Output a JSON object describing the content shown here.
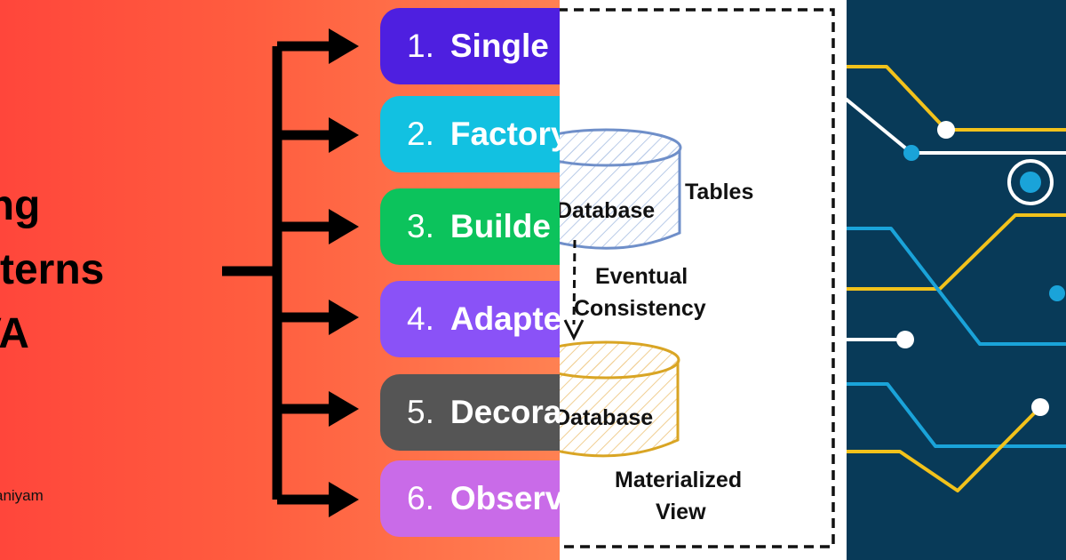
{
  "patterns_panel": {
    "heading_lines": [
      "tering",
      "-patterns",
      "JAVA"
    ],
    "author": "aniyam",
    "items": [
      {
        "number": "1.",
        "label": "Single",
        "color": "#4e1fe0"
      },
      {
        "number": "2.",
        "label": "Factory",
        "color": "#12c1e1"
      },
      {
        "number": "3.",
        "label": "Builde",
        "color": "#0cc35c"
      },
      {
        "number": "4.",
        "label": "Adapte",
        "color": "#8a52f7"
      },
      {
        "number": "5.",
        "label": "Decora",
        "color": "#555555"
      },
      {
        "number": "6.",
        "label": "Observ",
        "color": "#c96be8"
      }
    ]
  },
  "diagram_panel": {
    "top_db_label": "Database",
    "top_side_label": "Tables",
    "link_label_1": "Eventual",
    "link_label_2": "Consistency",
    "bottom_db_label": "Database",
    "bottom_side_label_1": "Materialized",
    "bottom_side_label_2": "View",
    "colors": {
      "top_db": "#6f8fc9",
      "bottom_db": "#d9a524"
    }
  },
  "circuit_panel": {
    "colors": {
      "background": "#083a58",
      "yellow": "#f2c21b",
      "blue": "#1aa3d9",
      "white": "#ffffff"
    }
  }
}
